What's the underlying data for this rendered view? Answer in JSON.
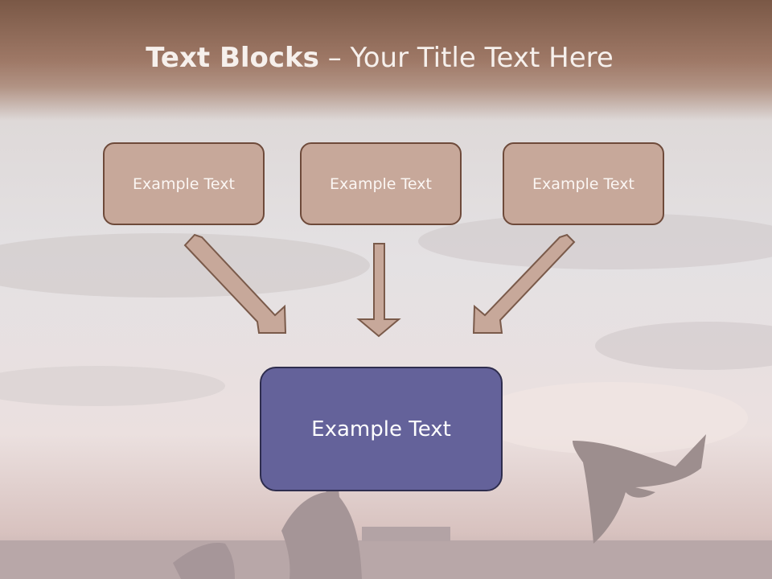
{
  "slide": {
    "title_bold": "Text Blocks",
    "title_rest": " – Your Title Text Here"
  },
  "boxes": [
    {
      "label": "Example Text"
    },
    {
      "label": "Example Text"
    },
    {
      "label": "Example Text"
    }
  ],
  "target": {
    "label": "Example Text"
  },
  "colors": {
    "header": "#7a5846",
    "box_fill": "#c7a89a",
    "box_border": "#6e4a3a",
    "target_fill": "#64629a",
    "arrow_fill": "#c7a89a"
  }
}
